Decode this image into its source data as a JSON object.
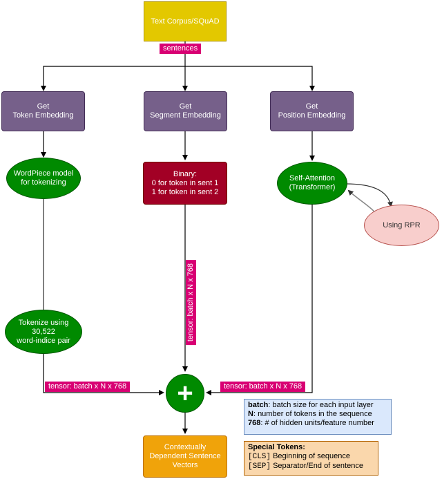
{
  "nodes": {
    "corpus": "Text Corpus/SQuAD",
    "token_embedding": [
      "Get",
      "Token Embedding"
    ],
    "segment_embedding": [
      "Get",
      "Segment Embedding"
    ],
    "position_embedding": [
      "Get",
      "Position Embedding"
    ],
    "wordpiece": [
      "WordPiece model",
      "for tokenizing"
    ],
    "binary": [
      "Binary:",
      "0 for token in sent 1",
      "1 for token in sent 2"
    ],
    "self_attention": [
      "Self-Attention",
      "(Transformer)"
    ],
    "using_rpr": "Using RPR",
    "tokenize": [
      "Tokenize using",
      "30,522",
      "word-indice pair"
    ],
    "plus": "+",
    "output": [
      "Contextually",
      "Dependent Sentence",
      "Vectors"
    ]
  },
  "edge_labels": {
    "sentences": "sentences",
    "tensor_left": "tensor: batch x N x 768",
    "tensor_right": "tensor: batch x N x 768",
    "tensor_vertical": "tensor: batch x N x 768"
  },
  "legend_dims": {
    "rows": [
      {
        "key": "batch",
        "text": ": batch size for each input layer"
      },
      {
        "key": "N",
        "text": ": number of tokens in the sequence"
      },
      {
        "key": "768",
        "text": ": # of hidden units/feature number"
      }
    ]
  },
  "legend_tokens": {
    "title": "Special Tokens:",
    "rows": [
      {
        "key": "[CLS]",
        "text": " Beginning of sequence"
      },
      {
        "key": "[SEP]",
        "text": " Separator/End of sentence"
      }
    ]
  },
  "colors": {
    "corpus": "#e3c800",
    "embedding": "#76608a",
    "binary": "#a20025",
    "green": "#008a00",
    "rpr": "#f8cecc",
    "output": "#f0a30a",
    "label": "#d80073",
    "legend_blue": "#dae8fc",
    "legend_orange": "#fad7ac"
  }
}
